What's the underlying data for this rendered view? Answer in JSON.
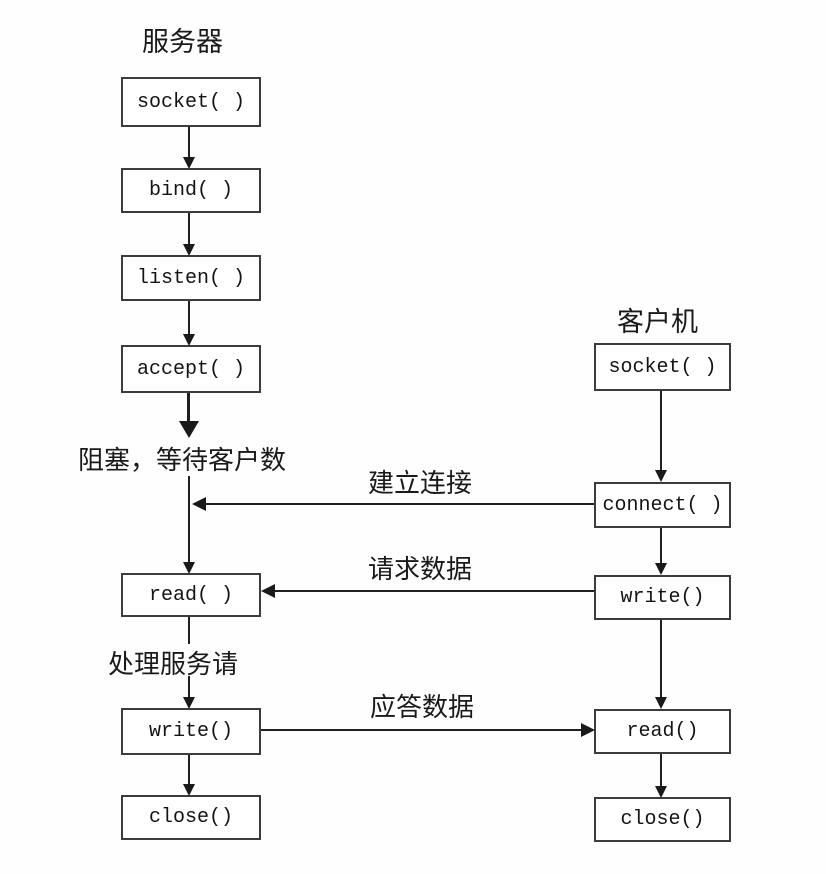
{
  "colors": {
    "line": "#1a1a1a",
    "box_border": "#3c3c3c",
    "background": "#fefefe",
    "text": "#141414"
  },
  "server": {
    "title": "服务器",
    "boxes": {
      "socket": "socket( )",
      "bind": "bind( )",
      "listen": "listen( )",
      "accept": "accept( )",
      "read": "read( )",
      "write": "write()",
      "close": "close()"
    },
    "annotations": {
      "blocking": "阻塞，等待客户数",
      "process": "处理服务请"
    }
  },
  "client": {
    "title": "客户机",
    "boxes": {
      "socket": "socket( )",
      "connect": "connect( )",
      "write": "write()",
      "read": "read()",
      "close": "close()"
    }
  },
  "connections": {
    "establish": {
      "label": "建立连接",
      "direction": "right-to-left"
    },
    "request": {
      "label": "请求数据",
      "direction": "right-to-left"
    },
    "reply": {
      "label": "应答数据",
      "direction": "left-to-right"
    }
  }
}
